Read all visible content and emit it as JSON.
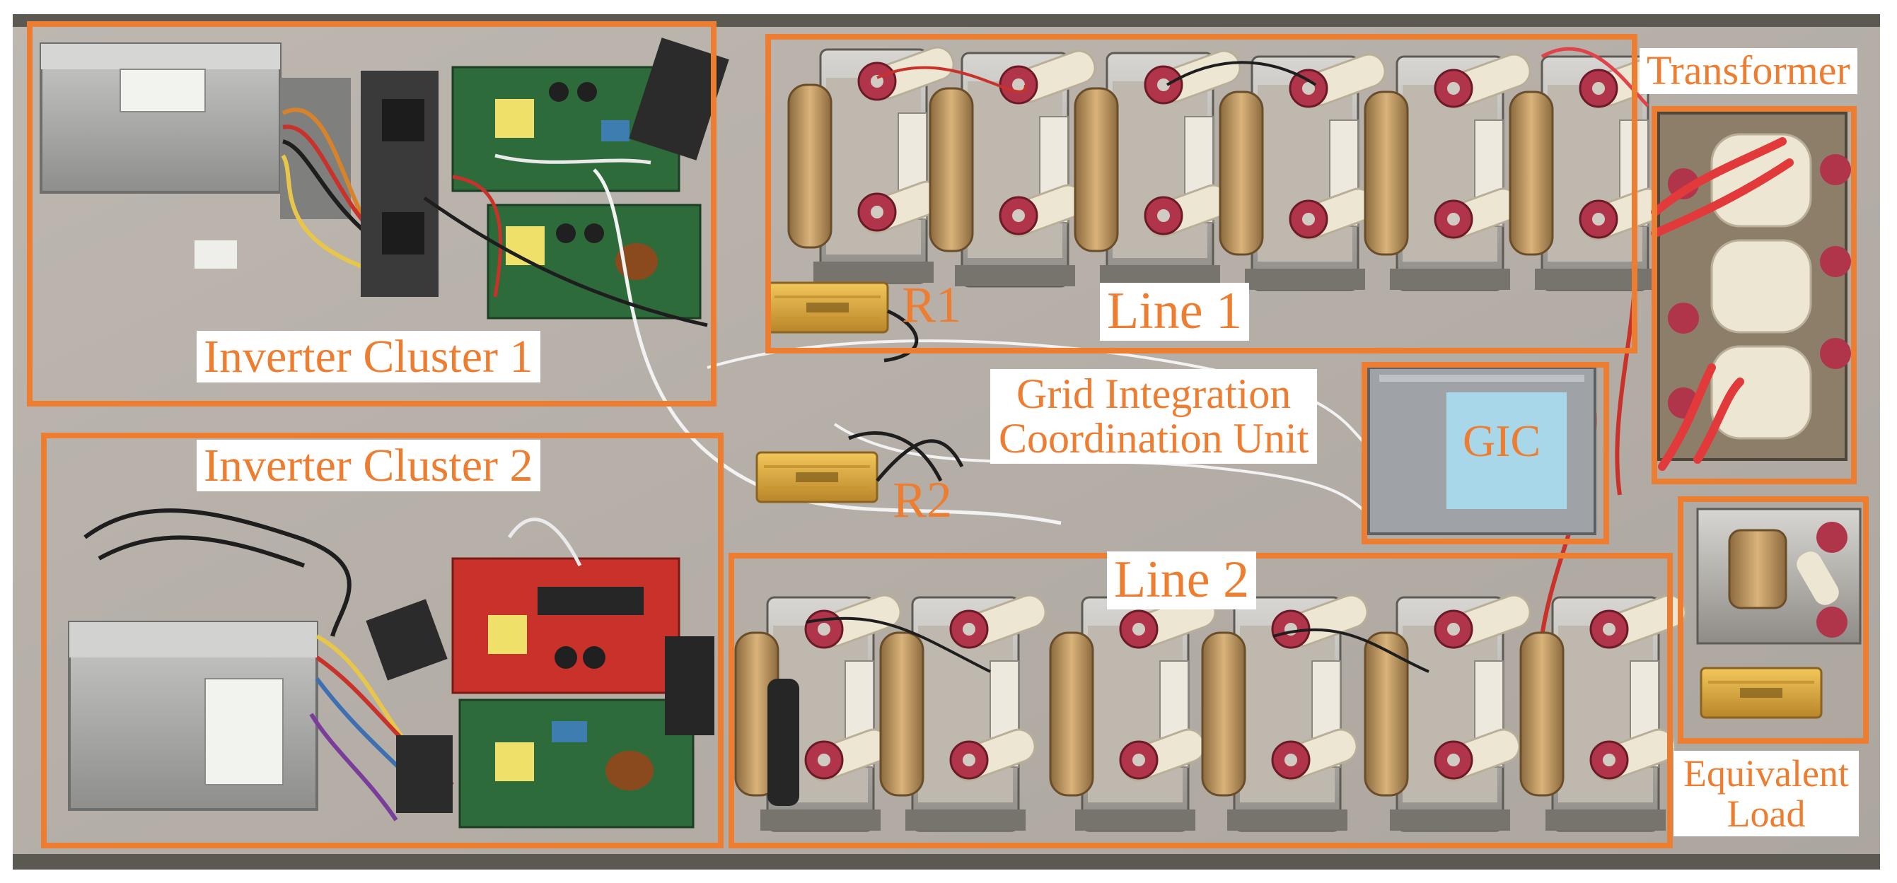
{
  "figure": {
    "labels": {
      "inverter_cluster_1": "Inverter Cluster 1",
      "inverter_cluster_2": "Inverter Cluster 2",
      "line_1": "Line 1",
      "line_2": "Line 2",
      "r1": "R1",
      "r2": "R2",
      "transformer": "Transformer",
      "gic_line1": "Grid Integration",
      "gic_line2": "Coordination Unit",
      "gic": "GIC",
      "equivalent_load_line1": "Equivalent",
      "equivalent_load_line2": "Load"
    },
    "colors": {
      "annotation": "#ED7D31",
      "board_background": "#B9B3AC",
      "frame": "#55504A",
      "pcb_green": "#2E6B3A",
      "pcb_red": "#C8322A",
      "resistor_gold": "#D9A73A",
      "inductor_tape": "#EDE6D3",
      "terminal_red": "#B0344A",
      "gic_blue": "#A9D7EA",
      "steel": "#9A9793"
    }
  }
}
